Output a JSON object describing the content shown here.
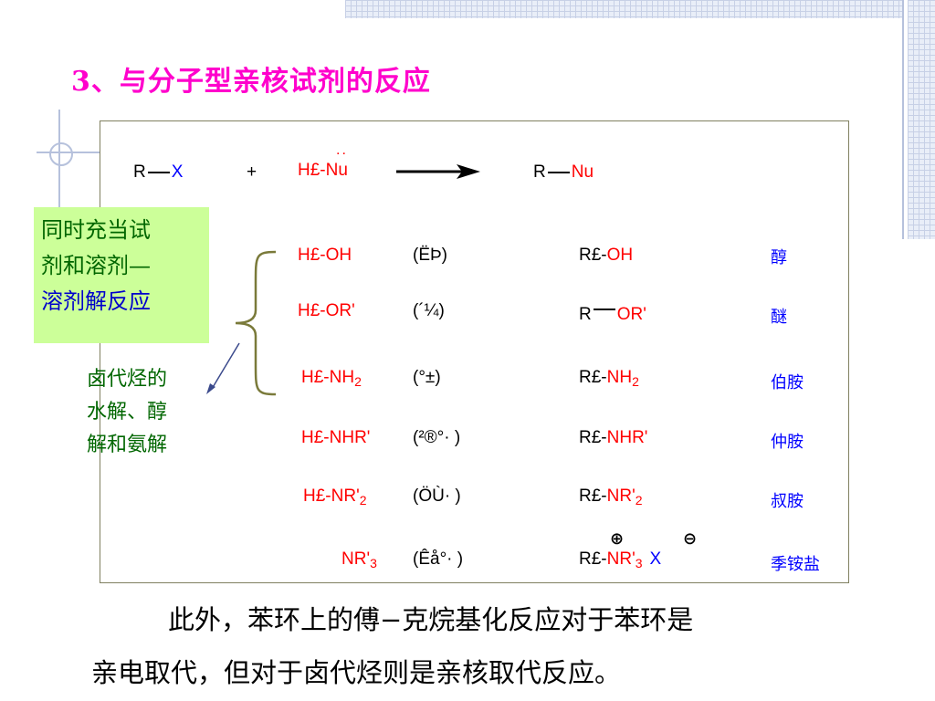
{
  "title": "3、与分子型亲核试剂的反应",
  "general": {
    "reactant_r": "R",
    "reactant_x": "X",
    "plus": "+",
    "nu_prefix": "H£-",
    "nu_lonepair": "..",
    "nu": "Nu",
    "product_r": "R",
    "product_nu": "Nu"
  },
  "left_box": {
    "line1": "同时充当试",
    "line2": "剂和溶剂—",
    "line3": "溶剂解反应"
  },
  "note": {
    "line1": "卤代烃的",
    "line2": "水解、醇",
    "line3": "解和氨解"
  },
  "rows": [
    {
      "reag_prefix": "H£-",
      "reag_group": "OH",
      "reag_sub": "",
      "mid": "(ËÞ)",
      "prod_prefix": "R£-",
      "prod_group": "OH",
      "prod_sub": "",
      "name": "醇"
    },
    {
      "reag_prefix": "H£-",
      "reag_group": "OR'",
      "reag_sub": "",
      "mid": "(´¼)",
      "prod_prefix": "R",
      "prod_group": "OR'",
      "prod_sub": "",
      "name": "醚"
    },
    {
      "reag_prefix": "H£-",
      "reag_group": "NH",
      "reag_sub": "2",
      "mid": "(°±)",
      "prod_prefix": "R£-",
      "prod_group": "NH",
      "prod_sub": "2",
      "name": "伯胺"
    },
    {
      "reag_prefix": "H£-",
      "reag_group": "NHR'",
      "reag_sub": "",
      "mid": "(²®°· )",
      "prod_prefix": "R£-",
      "prod_group": "NHR'",
      "prod_sub": "",
      "name": "仲胺"
    },
    {
      "reag_prefix": "H£-",
      "reag_group": "NR'",
      "reag_sub": "2",
      "mid": "(ÖÙ· )",
      "prod_prefix": "R£-",
      "prod_group": "NR'",
      "prod_sub": "2",
      "name": "叔胺"
    },
    {
      "reag_prefix": "",
      "reag_group": "NR'",
      "reag_sub": "3",
      "mid": "(Êå°· )",
      "prod_prefix": "R£-",
      "prod_group": "NR'",
      "prod_sub": "3",
      "name": "季铵盐"
    }
  ],
  "quat": {
    "plus_charge": "⊕",
    "minus_charge": "⊖",
    "anion": "X"
  },
  "paragraph": {
    "line1": "此外，苯环上的傅−克烷基化反应对于苯环是",
    "line2": "亲电取代，但对于卤代烃则是亲核取代反应。"
  }
}
